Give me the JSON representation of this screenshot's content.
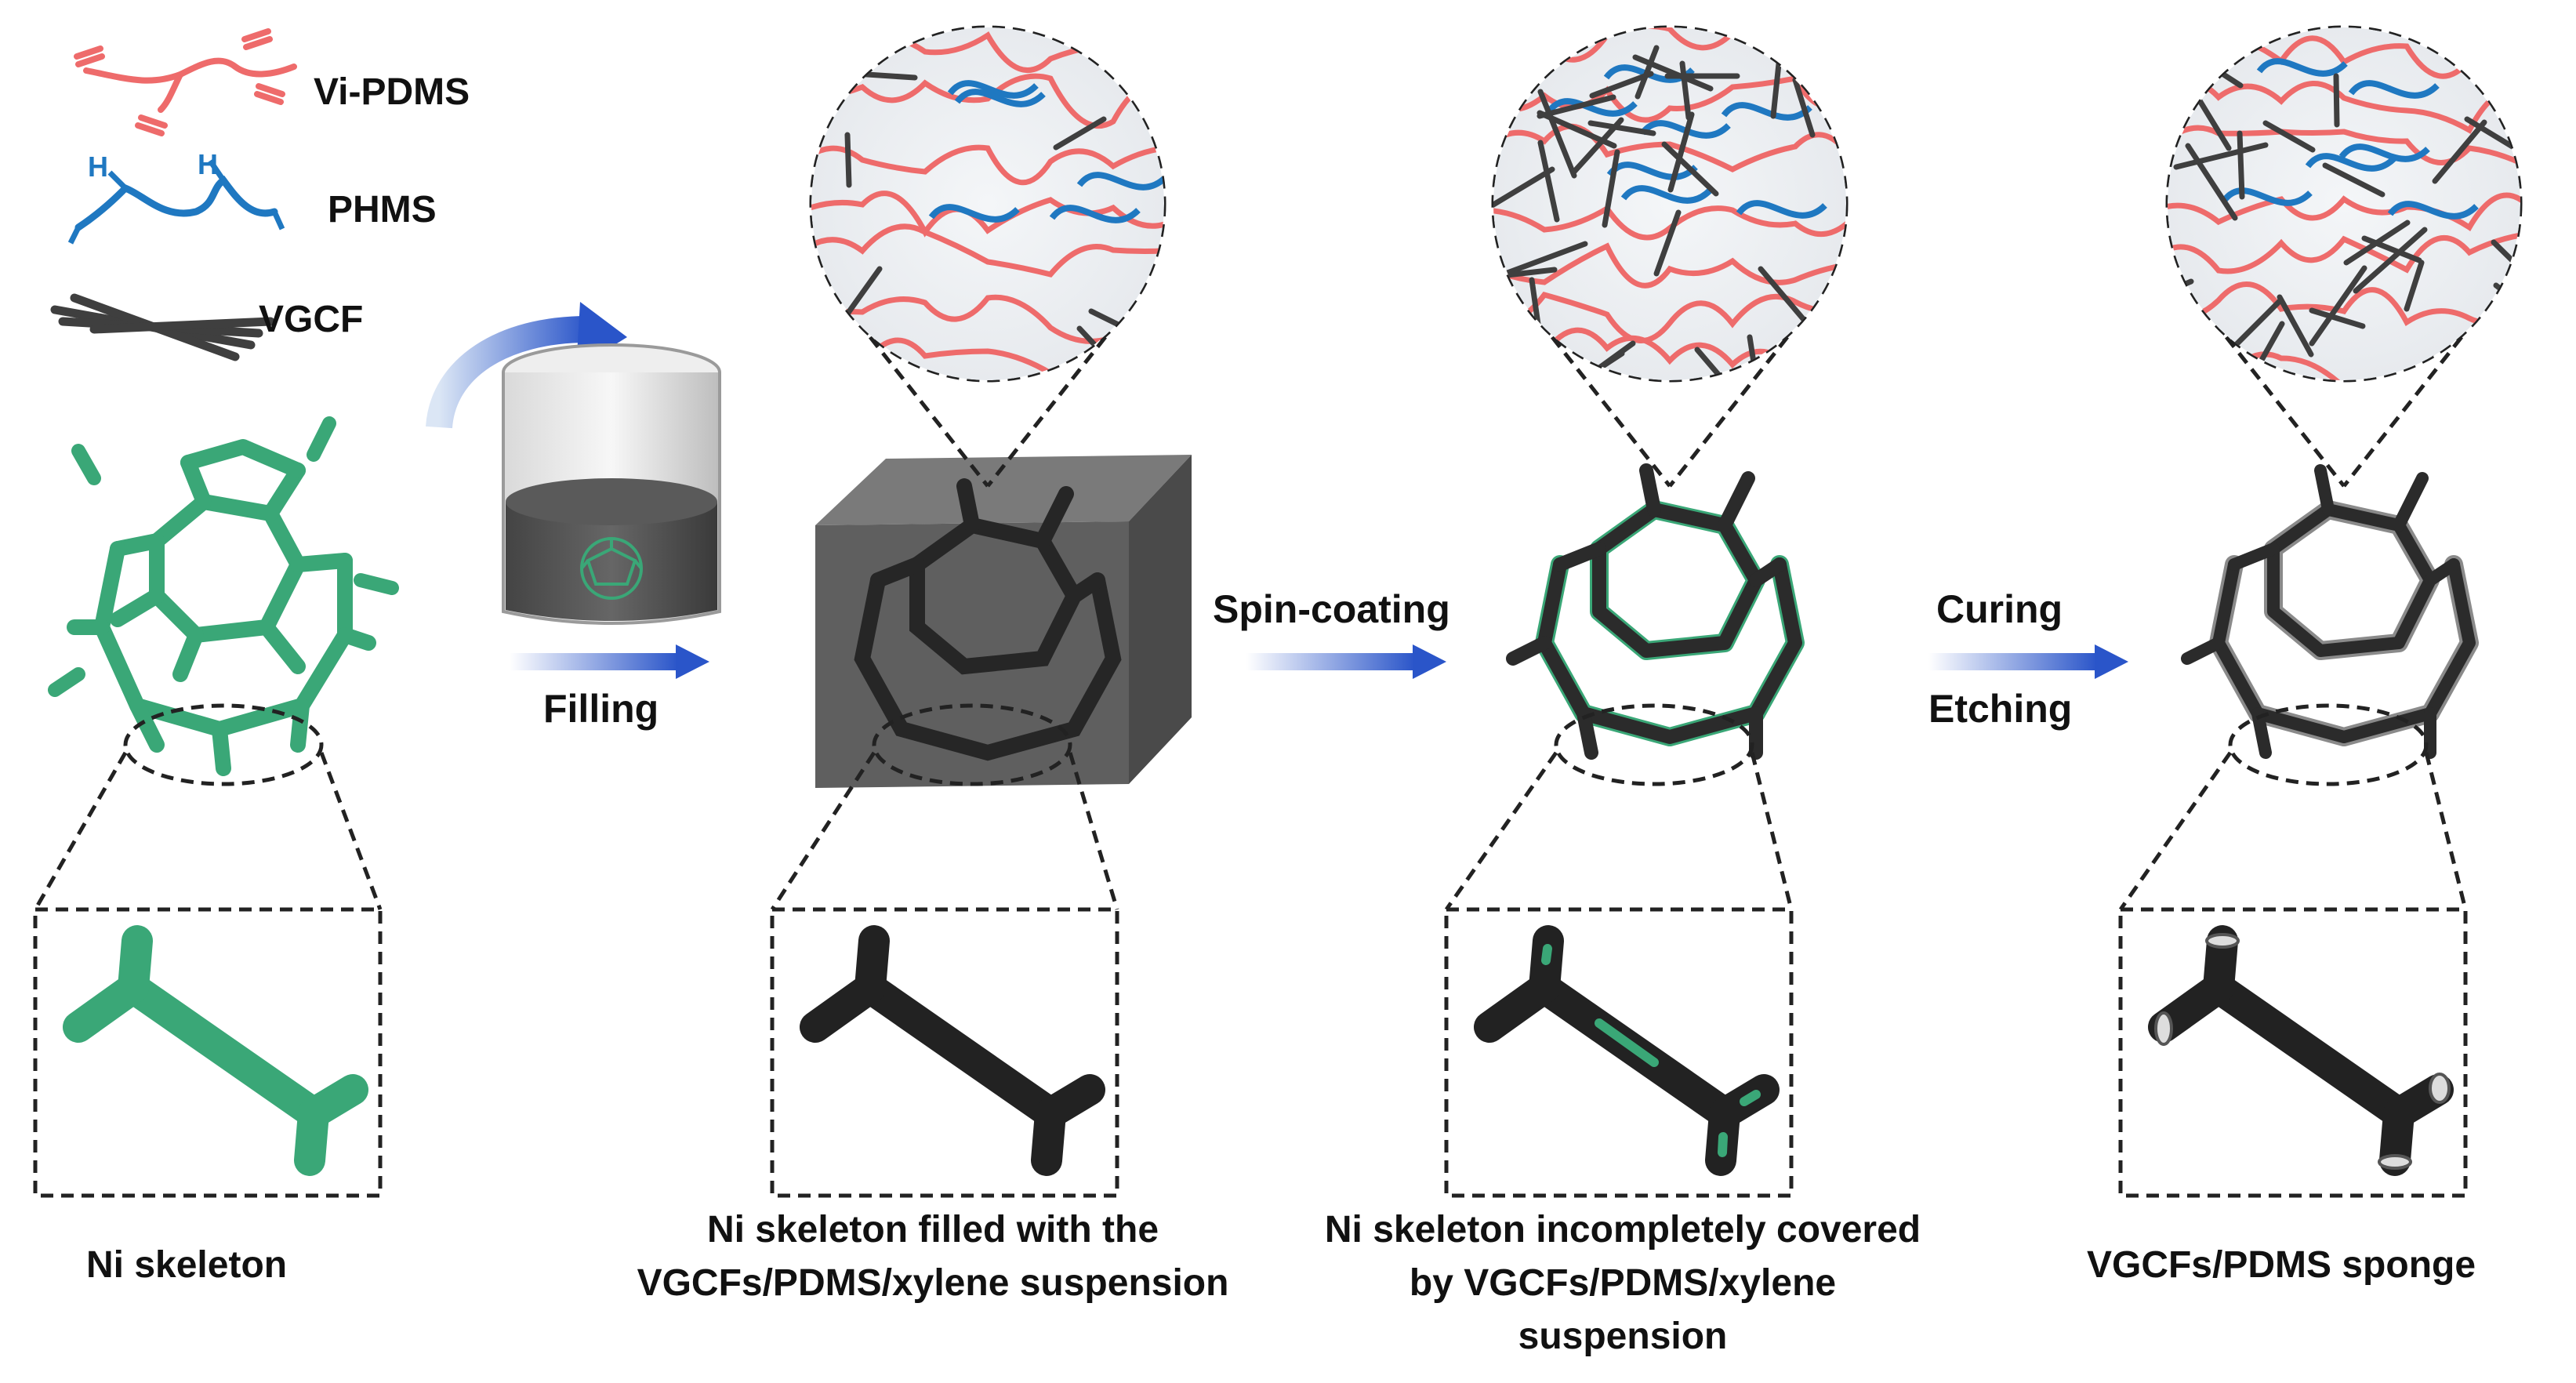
{
  "legend": {
    "vi_pdms": "Vi-PDMS",
    "phms": "PHMS",
    "vgcf": "VGCF",
    "hydrogen_symbol": "H"
  },
  "steps": {
    "filling": "Filling",
    "spin_coating": "Spin-coating",
    "curing": "Curing",
    "etching": "Etching"
  },
  "captions": {
    "ni_skeleton": "Ni skeleton",
    "filled_line1": "Ni skeleton filled with the",
    "filled_line2": "VGCFs/PDMS/xylene suspension",
    "covered_line1": "Ni  skeleton incompletely covered",
    "covered_line2": "by VGCFs/PDMS/xylene",
    "covered_line3": "suspension",
    "sponge": "VGCFs/PDMS sponge"
  },
  "colors": {
    "ni_green": "#3aa777",
    "vi_pdms_red": "#ee6b6b",
    "phms_blue": "#1f78c1",
    "vgcf_gray": "#3f3f3f",
    "arrow_blue": "#2a55c9",
    "cube_gray": "#555555"
  }
}
